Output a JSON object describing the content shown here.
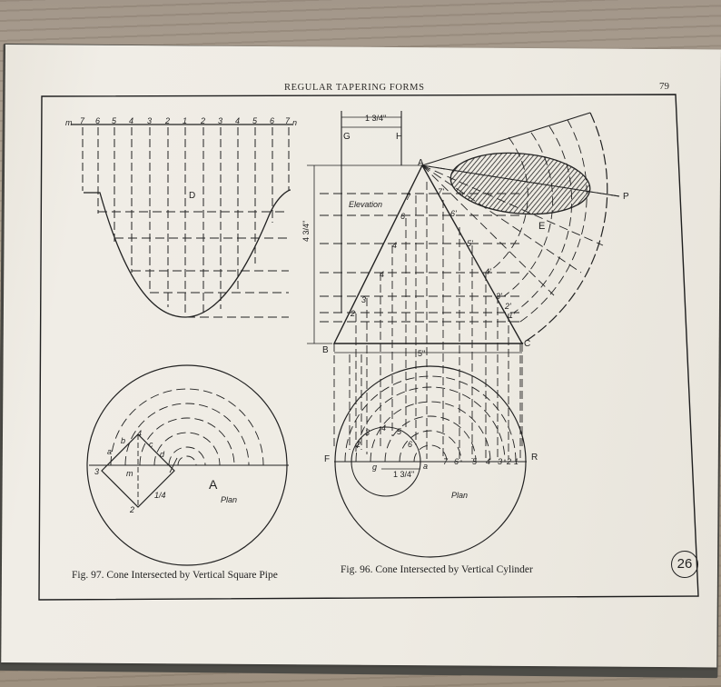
{
  "page": {
    "running_head": "REGULAR TAPERING FORMS",
    "page_number": "79",
    "plate_number": "26"
  },
  "figures": {
    "fig97": {
      "caption": "Fig. 97. Cone Intersected by Vertical Square Pipe",
      "top_labels": [
        "m",
        "7",
        "6",
        "5",
        "4",
        "3",
        "2",
        "1",
        "2",
        "3",
        "4",
        "5",
        "6",
        "7",
        "n"
      ],
      "region_label": "D",
      "plan_label": "Plan",
      "plan_letter": "A",
      "plan_points": [
        "3",
        "a",
        "b",
        "4",
        "c",
        "d",
        "m",
        "2"
      ],
      "dimension": "1/4"
    },
    "fig96": {
      "caption": "Fig. 96. Cone Intersected by Vertical Cylinder",
      "top_dimension": "1 3/4\"",
      "top_points": [
        "G",
        "H"
      ],
      "height_dimension": "4 3/4\"",
      "apex": "A",
      "corners": [
        "B",
        "C",
        "F",
        "R",
        "P"
      ],
      "elevation_label": "Elevation",
      "base_dimension": "5\"",
      "pattern_label": "E",
      "plan_label": "Plan",
      "plan_dimension": "1 3/4\"",
      "plan_points": [
        "g",
        "a",
        "7",
        "6",
        "5",
        "4",
        "3",
        "2",
        "1"
      ],
      "elevation_points": [
        "7",
        "6",
        "5",
        "4",
        "3",
        "2",
        "1"
      ],
      "elevation_primed_points": [
        "7'",
        "6'",
        "5'",
        "4'",
        "3'",
        "2'",
        "1'"
      ]
    }
  }
}
